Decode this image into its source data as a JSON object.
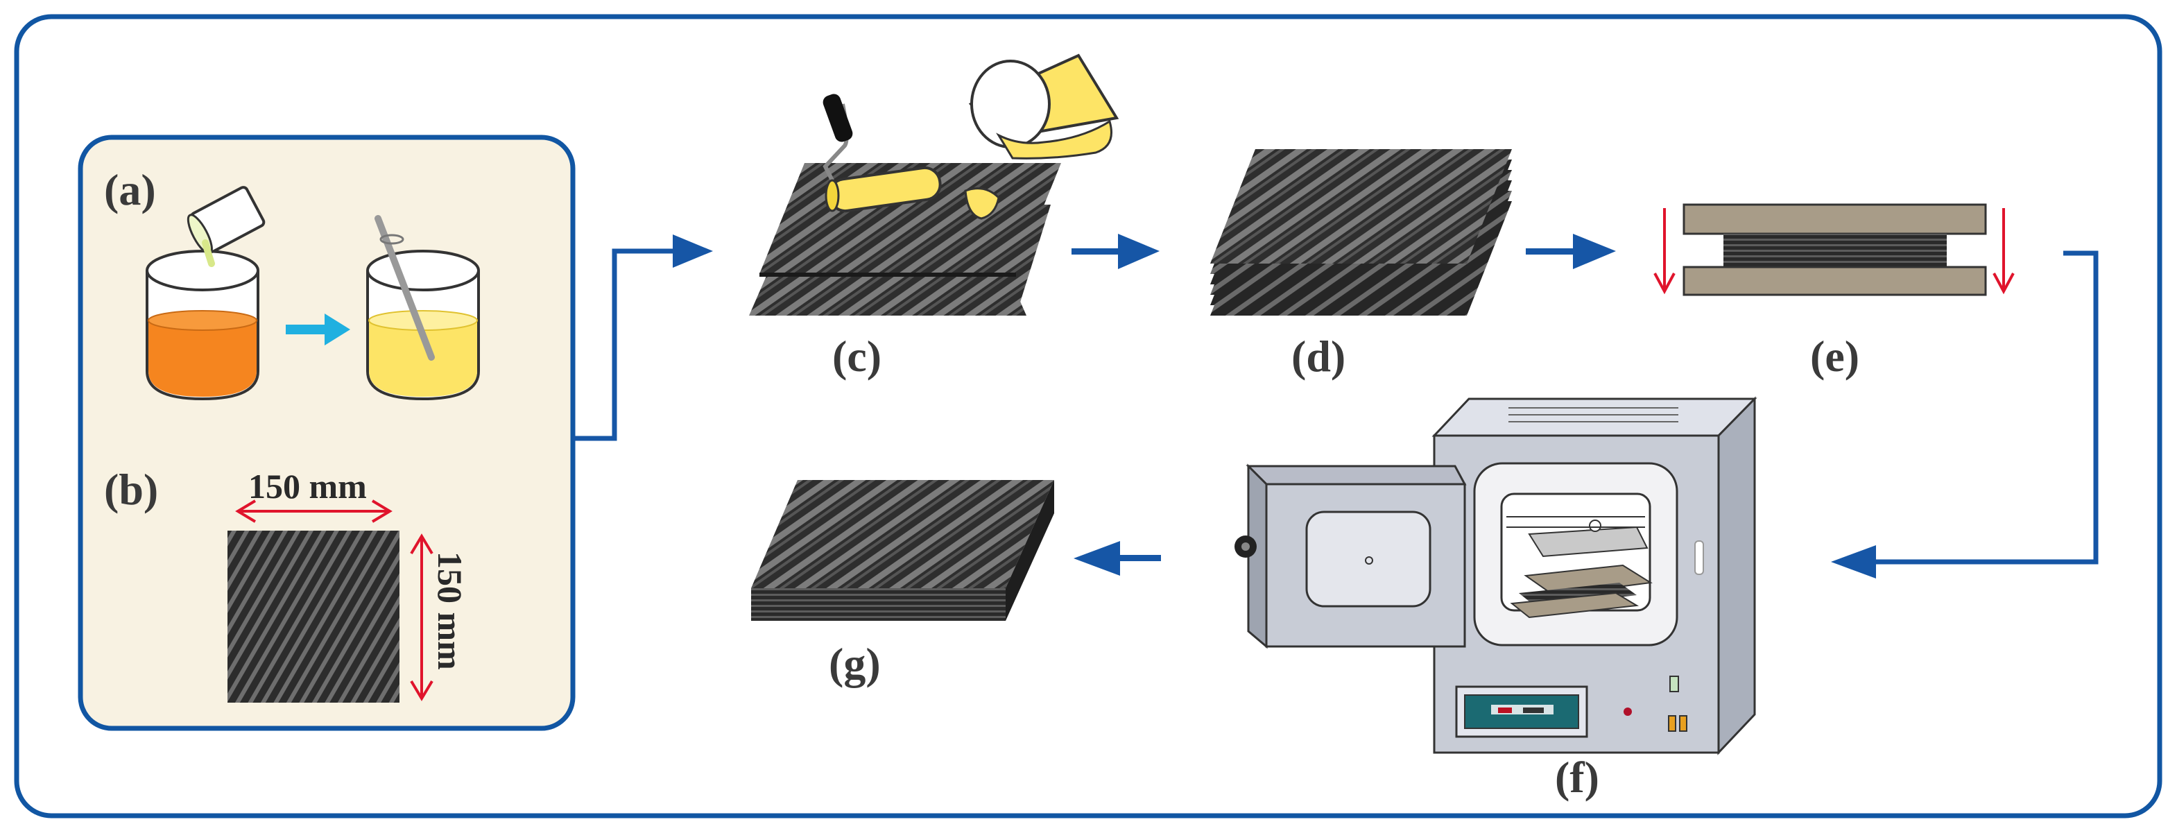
{
  "labels": {
    "a": "(a)",
    "b": "(b)",
    "c": "(c)",
    "d": "(d)",
    "e": "(e)",
    "f": "(f)",
    "g": "(g)"
  },
  "dimensions": {
    "width": "150 mm",
    "height": "150 mm"
  },
  "colors": {
    "frame": "#1156a3",
    "panel_fill": "#f8f2e2",
    "flow_arrow": "#1656a6",
    "mix_arrow": "#20b0e0",
    "dimension_arrow": "#e0142c",
    "hardener": "#f5851f",
    "resin": "#fde466",
    "plate": "#a89c88",
    "oven": "#c8ccd6"
  }
}
